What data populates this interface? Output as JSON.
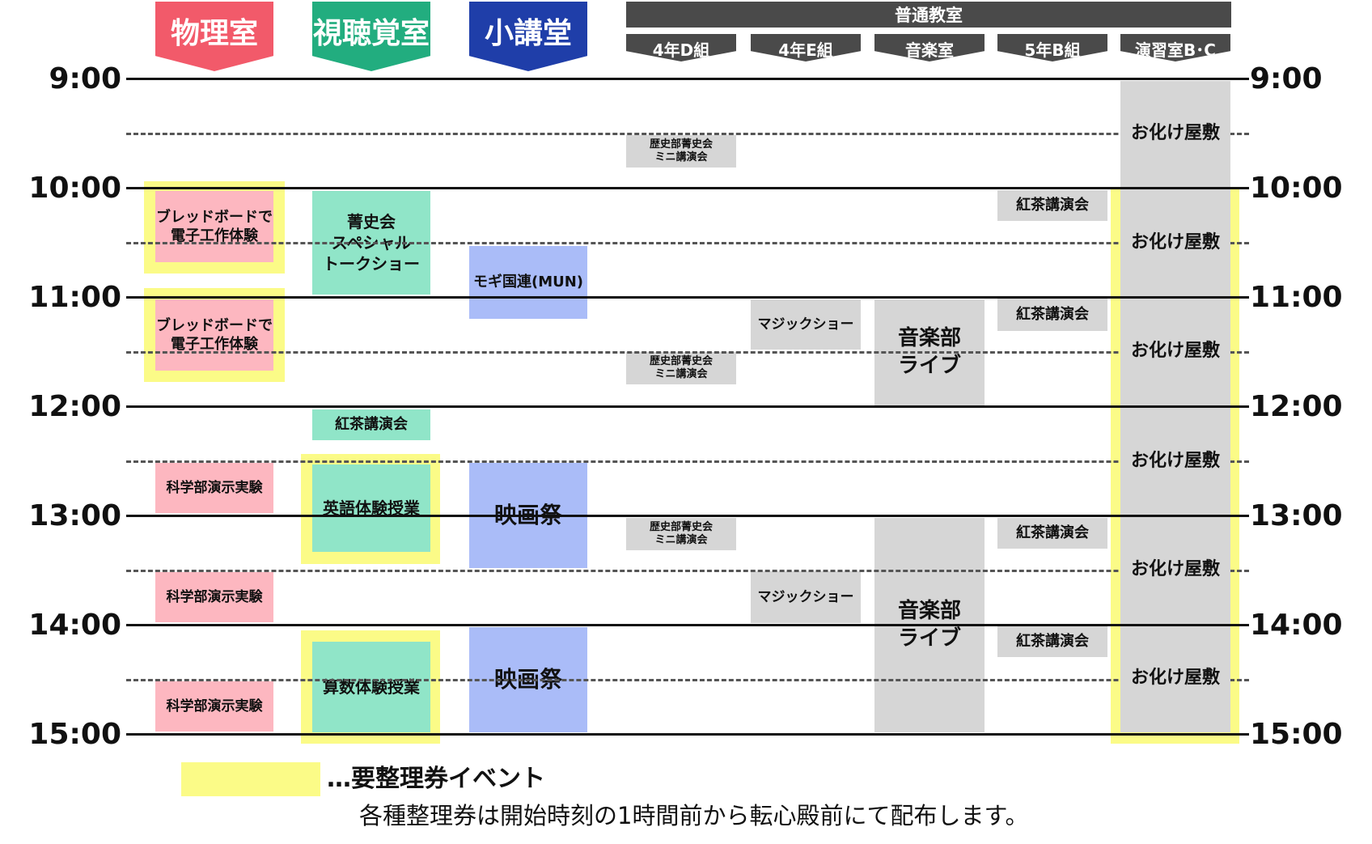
{
  "rooms": {
    "physics": "物理室",
    "av_room": "視聴覚室",
    "small_hall": "小講堂",
    "general_classrooms": "普通教室",
    "class_4d": "4年D組",
    "class_4e": "4年E組",
    "music_room": "音楽室",
    "class_5b": "5年B組",
    "seminar_bc": "演習室B･C"
  },
  "times": [
    "9:00",
    "10:00",
    "11:00",
    "12:00",
    "13:00",
    "14:00",
    "15:00"
  ],
  "events": {
    "breadboard_1": "ブレッドボードで\n電子工作体験",
    "breadboard_2": "ブレッドボードで\n電子工作体験",
    "science_demo_1": "科学部演示実験",
    "science_demo_2": "科学部演示実験",
    "science_demo_3": "科学部演示実験",
    "seishikai_special": "菁史会\nスペシャル\nトークショー",
    "tea_lecture_av": "紅茶講演会",
    "english_class": "英語体験授業",
    "math_class": "算数体験授業",
    "mun": "モギ国連(MUN)",
    "film_fest_1": "映画祭",
    "film_fest_2": "映画祭",
    "history_mini_1": "歴史部菁史会\nミニ講演会",
    "history_mini_2": "歴史部菁史会\nミニ講演会",
    "history_mini_3": "歴史部菁史会\nミニ講演会",
    "magic_1": "マジックショー",
    "magic_2": "マジックショー",
    "music_live_1": "音楽部\nライブ",
    "music_live_2": "音楽部\nライブ",
    "tea_5b_1": "紅茶講演会",
    "tea_5b_2": "紅茶講演会",
    "tea_5b_3": "紅茶講演会",
    "tea_5b_4": "紅茶講演会",
    "haunted_1": "お化け屋敷",
    "haunted_2": "お化け屋敷",
    "haunted_3": "お化け屋敷",
    "haunted_4": "お化け屋敷",
    "haunted_5": "お化け屋敷",
    "haunted_6": "お化け屋敷"
  },
  "legend": {
    "label": "…要整理券イベント",
    "note": "各種整理券は開始時刻の1時間前から転心殿前にて配布します。"
  },
  "colors": {
    "physics": "#f25a6a",
    "av_room": "#22ad7f",
    "small_hall": "#1f3ea9",
    "general": "#4a4a4a",
    "ticket_highlight": "#fbfb87",
    "pink_event": "#fdb7c0",
    "green_event": "#90e5c8",
    "blue_event": "#aabcf8",
    "gray_event": "#d6d6d6"
  }
}
